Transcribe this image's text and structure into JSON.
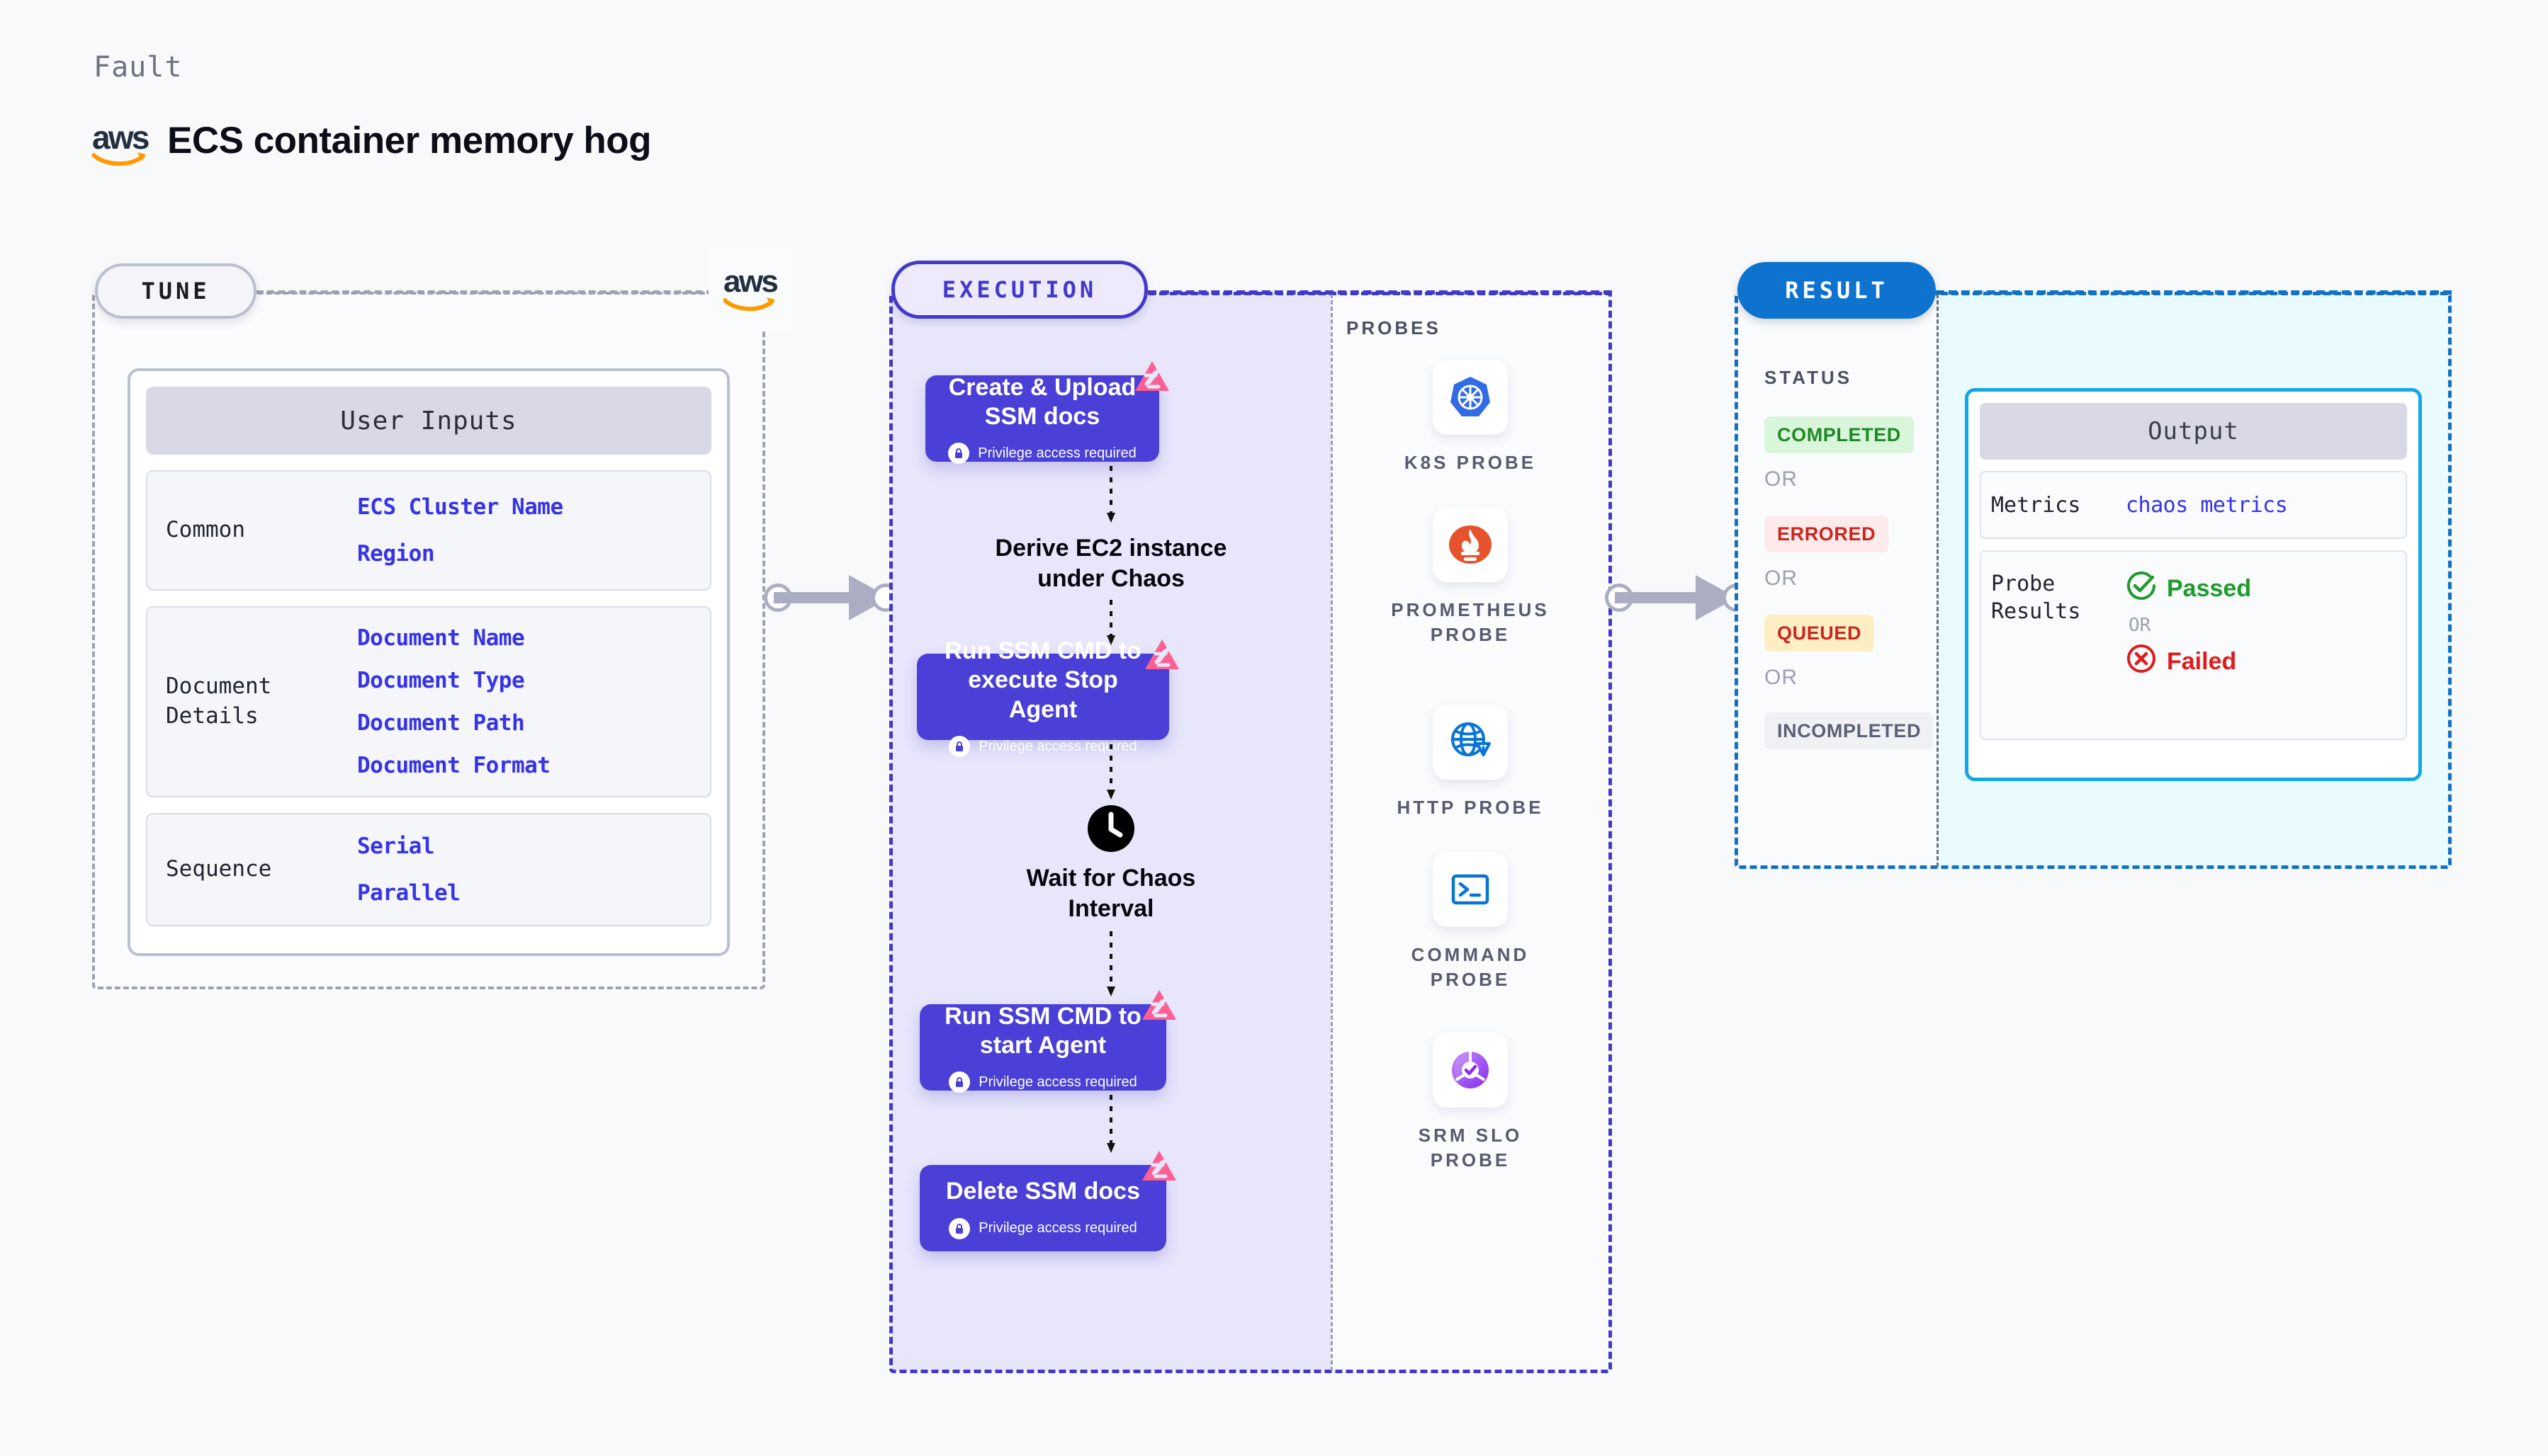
{
  "header": {
    "kicker": "Fault",
    "title": "ECS container memory hog",
    "brand_icon": "aws-logo"
  },
  "tune": {
    "pill_label": "TUNE",
    "brand_icon": "aws-logo",
    "card": {
      "header": "User Inputs",
      "groups": [
        {
          "label": "Common",
          "values": [
            "ECS Cluster Name",
            "Region"
          ]
        },
        {
          "label": "Document\nDetails",
          "values": [
            "Document Name",
            "Document Type",
            "Document Path",
            "Document Format"
          ]
        },
        {
          "label": "Sequence",
          "values": [
            "Serial",
            "Parallel"
          ]
        }
      ]
    }
  },
  "execution": {
    "pill_label": "EXECUTION",
    "privilege_text": "Privilege access required",
    "nodes": [
      {
        "type": "task",
        "title": "Create & Upload\nSSM docs",
        "privilege": true,
        "badge": "chaos-badge-icon"
      },
      {
        "type": "step",
        "title": "Derive EC2 instance\nunder Chaos"
      },
      {
        "type": "task",
        "title": "Run SSM CMD to\nexecute Stop Agent",
        "privilege": true,
        "badge": "chaos-badge-icon"
      },
      {
        "type": "wait",
        "title": "Wait for Chaos\nInterval",
        "icon": "clock-icon"
      },
      {
        "type": "task",
        "title": "Run SSM CMD to\nstart Agent",
        "privilege": true,
        "badge": "chaos-badge-icon"
      },
      {
        "type": "task",
        "title": "Delete SSM docs",
        "privilege": true,
        "badge": "chaos-badge-icon"
      }
    ]
  },
  "probes": {
    "title": "PROBES",
    "items": [
      {
        "label": "K8S PROBE",
        "icon": "kubernetes-icon"
      },
      {
        "label": "PROMETHEUS\nPROBE",
        "icon": "prometheus-icon"
      },
      {
        "label": "HTTP PROBE",
        "icon": "http-globe-icon"
      },
      {
        "label": "COMMAND\nPROBE",
        "icon": "terminal-icon"
      },
      {
        "label": "SRM SLO\nPROBE",
        "icon": "srm-slo-icon"
      }
    ]
  },
  "result": {
    "pill_label": "RESULT",
    "status_title": "STATUS",
    "or_label": "OR",
    "statuses": [
      {
        "label": "COMPLETED",
        "color": "#1d8a24",
        "bg": "#d9f5da"
      },
      {
        "label": "ERRORED",
        "color": "#c9261e",
        "bg": "#fdeaea"
      },
      {
        "label": "QUEUED",
        "color": "#c9261e",
        "bg": "#fdeec4"
      },
      {
        "label": "INCOMPLETED",
        "color": "#5b6175",
        "bg": "#f0f1f5"
      }
    ],
    "output": {
      "header": "Output",
      "metrics_label": "Metrics",
      "metrics_value": "chaos metrics",
      "probe_results_label": "Probe\nResults",
      "passed_label": "Passed",
      "failed_label": "Failed",
      "or_label": "OR",
      "passed_color": "#1d9b2b",
      "failed_color": "#e01b1b"
    }
  },
  "colors": {
    "node_purple": "#4a3fd6",
    "exec_border": "#4338ca",
    "result_border": "#1271c4",
    "tune_border": "#9ca3af",
    "accent_pink": "#fc5f92",
    "connector_gray": "#abaec2"
  }
}
